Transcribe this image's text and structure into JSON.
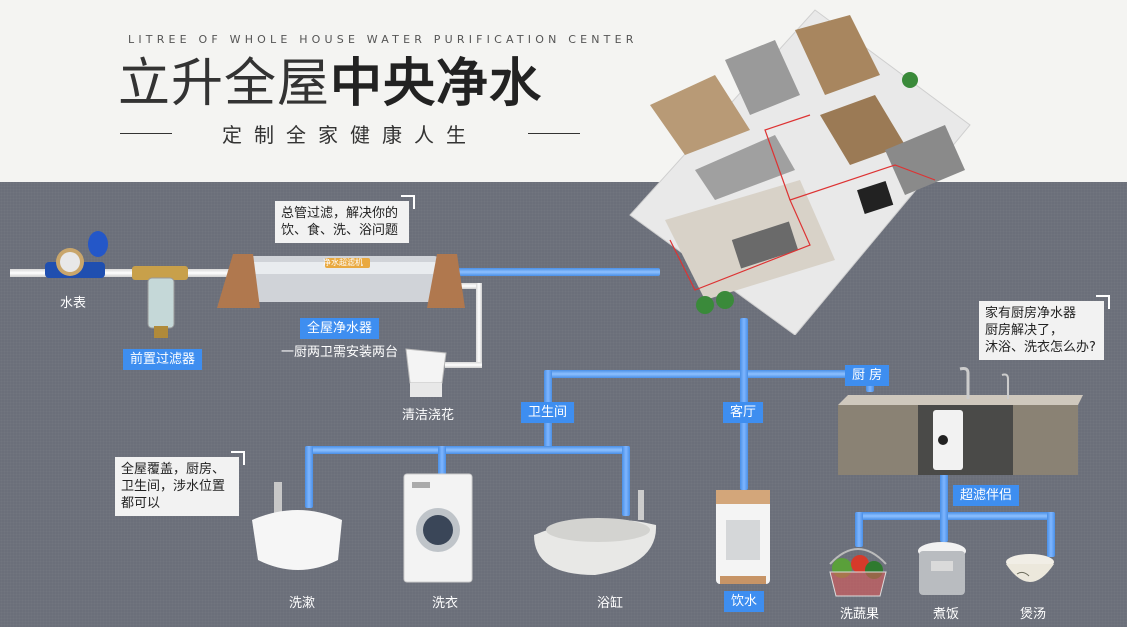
{
  "header": {
    "en_title": "LITREE OF WHOLE HOUSE WATER PURIFICATION CENTER",
    "title_light": "立升全屋",
    "title_bold": "中央净水",
    "subtitle": "定制全家健康人生"
  },
  "pipeline": {
    "meter_label": "水表",
    "prefilter_label": "前置过滤器",
    "purifier_label": "全屋净水器",
    "purifier_note": "一厨两卫需安装两台",
    "mop_sink_label": "清洁浇花",
    "purifier_brand_text": "净水超滤机"
  },
  "notes": {
    "main_filter": [
      "总管过滤，解决你的",
      "饮、食、洗、浴问题"
    ],
    "kitchen": [
      "家有厨房净水器",
      "厨房解决了，",
      "沐浴、洗衣怎么办?"
    ],
    "coverage": [
      "全屋覆盖，厨房、",
      "卫生间，涉水位置",
      "都可以"
    ]
  },
  "branches": {
    "bathroom": "卫生间",
    "living_room": "客厅",
    "kitchen": "厨 房",
    "ultrafilter": "超滤伴侣"
  },
  "endpoints": {
    "washbasin": "洗漱",
    "washer": "洗衣",
    "bathtub": "浴缸",
    "drinking": "饮水",
    "vegetables": "洗蔬果",
    "rice": "煮饭",
    "soup": "煲汤"
  },
  "colors": {
    "accent_blue": "#3e8ef0",
    "pipe_blue": "#6aa8f8",
    "background_gray": "#6b6f7a",
    "header_bg": "#f4f4f2"
  }
}
